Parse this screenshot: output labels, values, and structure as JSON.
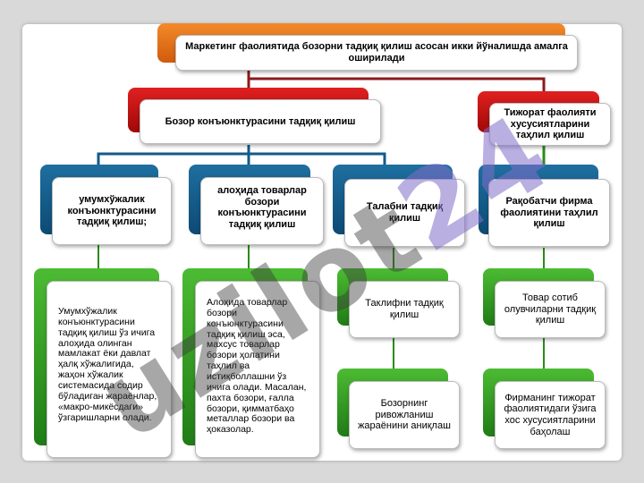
{
  "title": "Маркетинг фаолиятида бозорни тадқиқ қилиш асосан икки йўналишда амалга оширилади",
  "branches": {
    "market": "Бозор конъюнктурасини тадқиқ қилиш",
    "commerce": "Тижорат фаолияти хусусиятларини таҳлил қилиш"
  },
  "level3": {
    "general": "умумхўжалик конъюнктурасини тадқиқ қилиш;",
    "specific": "алоҳида товарлар бозори конъюнктурасини тадқиқ қилиш",
    "demand": "Талабни тадқиқ қилиш",
    "competitor": "Рақобатчи фирма фаолиятини таҳлил қилиш"
  },
  "details": {
    "general_desc": "Умумхўжалик конъюнктурасини тадқиқ қилиш ўз ичига алоҳида олинган мамлакат ёки давлат ҳалқ хўжалигида, жаҳон хўжалик системасида содир бўладиган жараёнлар, «макро-микёсдаги» ўзгаришларни олади.",
    "specific_desc": "Алоҳида товарлар бозори конъюнктурасини тадқиқ қилиш эса, махсус товарлар бозори ҳолатини таҳлил ва истиқболлашни ўз ичига олади. Масалан, пахта бозори, ғалла бозори, қимматбаҳо металлар бозори  ва ҳоказолар.",
    "supply": "Таклифни тадқиқ қилиш",
    "development": "Бозорнинг ривожланиш жараёнини аниқлаш",
    "buyers": "Товар сотиб олувчиларни тадқиқ қилиш",
    "features": "Фирманинг тижорат фаолиятидаги ўзига хос хусусиятларини баҳолаш"
  },
  "watermark": {
    "text": "uzilot",
    "accent": "24"
  },
  "colors": {
    "orange": "#e8711a",
    "red": "#c41010",
    "blue": "#125a8a",
    "green": "#36a322",
    "connector": "#8b1a1a"
  }
}
